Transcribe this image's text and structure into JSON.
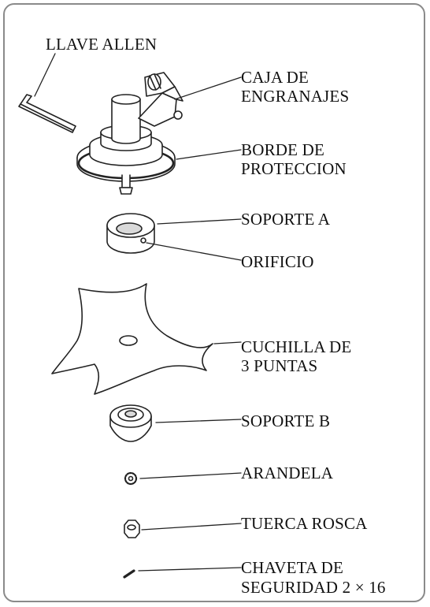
{
  "labels": {
    "allen_key": "LLAVE ALLEN",
    "gear_box_1": "CAJA DE",
    "gear_box_2": "ENGRANAJES",
    "guard_rim_1": "BORDE DE",
    "guard_rim_2": "PROTECCION",
    "support_a": "SOPORTE A",
    "hole": "ORIFICIO",
    "blade_1": "CUCHILLA DE",
    "blade_2": "3 PUNTAS",
    "support_b": "SOPORTE B",
    "washer": "ARANDELA",
    "nut": "TUERCA ROSCA",
    "cotter_pin_1": "CHAVETA DE",
    "cotter_pin_2": "SEGURIDAD 2 × 16"
  },
  "colors": {
    "line": "#222222",
    "frame": "#8a8a8a",
    "part_fill": "#ffffff",
    "shade": "#d9d9d9"
  }
}
